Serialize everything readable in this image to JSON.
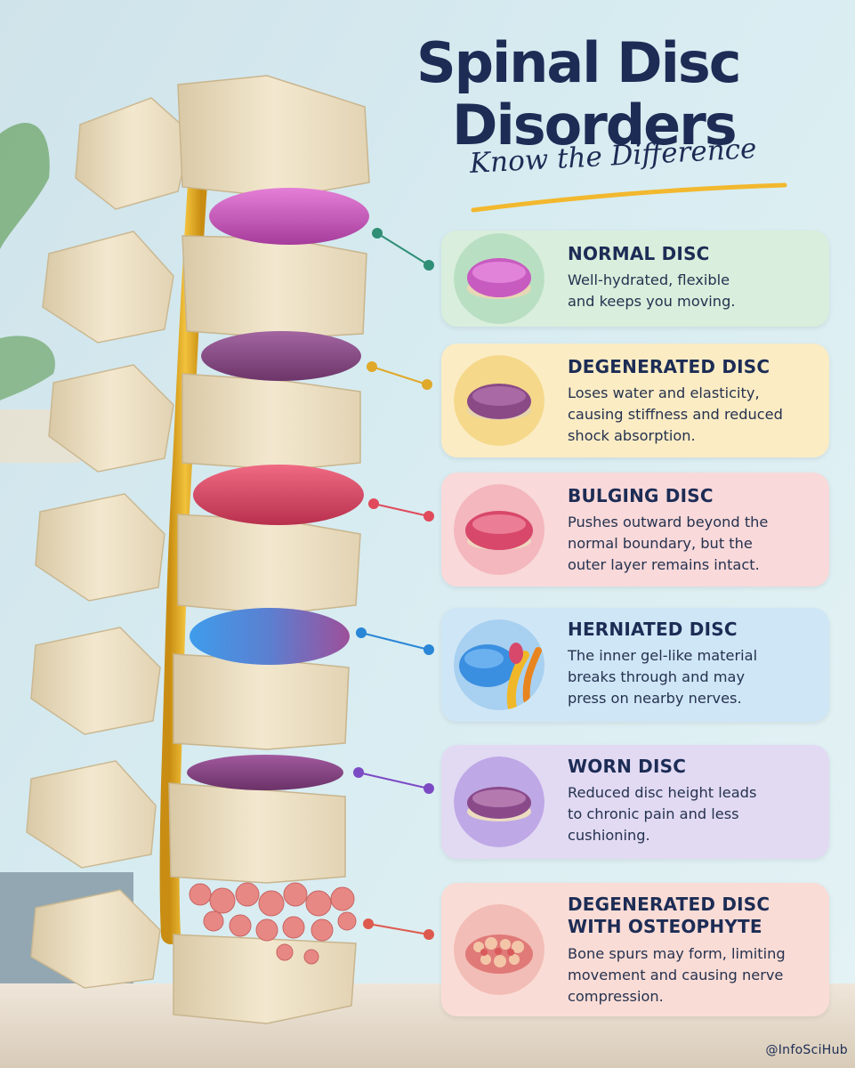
{
  "title_line1": "Spinal Disc",
  "title_line2": "Disorders",
  "subtitle": "Know the Difference",
  "cards": [
    {
      "title": "NORMAL DISC",
      "title2": "",
      "text": [
        "Well-hydrated, flexible",
        "and keeps you moving."
      ],
      "bg": "#d9eedc",
      "accent": "#2f8f76",
      "disc": "#c85bc0"
    },
    {
      "title": "DEGENERATED DISC",
      "title2": "",
      "text": [
        "Loses water and elasticity,",
        "causing stiffness and reduced",
        "shock absorption."
      ],
      "bg": "#fbecc4",
      "accent": "#e0a92a",
      "disc": "#8a4a86"
    },
    {
      "title": "BULGING DISC",
      "title2": "",
      "text": [
        "Pushes outward beyond the",
        "normal boundary, but the",
        "outer layer remains intact."
      ],
      "bg": "#f9d9da",
      "accent": "#e04a5b",
      "disc": "#d8486a"
    },
    {
      "title": "HERNIATED DISC",
      "title2": "",
      "text": [
        "The inner gel-like material",
        "breaks through and may",
        "press on nearby nerves."
      ],
      "bg": "#cfe6f6",
      "accent": "#2a86d6",
      "disc": "#3b8fe0"
    },
    {
      "title": "WORN DISC",
      "title2": "",
      "text": [
        "Reduced disc height leads",
        "to chronic pain and less",
        "cushioning."
      ],
      "bg": "#e2daf3",
      "accent": "#7c4bc4",
      "disc": "#8a4a8a"
    },
    {
      "title": "DEGENERATED DISC",
      "title2": "WITH OSTEOPHYTE",
      "text": [
        "Bone spurs may form, limiting",
        "movement and causing nerve",
        "compression."
      ],
      "bg": "#fadcd6",
      "accent": "#de5a4e",
      "disc": "#e07a78"
    }
  ],
  "handle": "@InfoSciHub",
  "colors": {
    "title": "#1c2c55",
    "underline": "#f2b82e",
    "bone": "#efe2c4",
    "nerve": "#e0aa22"
  }
}
